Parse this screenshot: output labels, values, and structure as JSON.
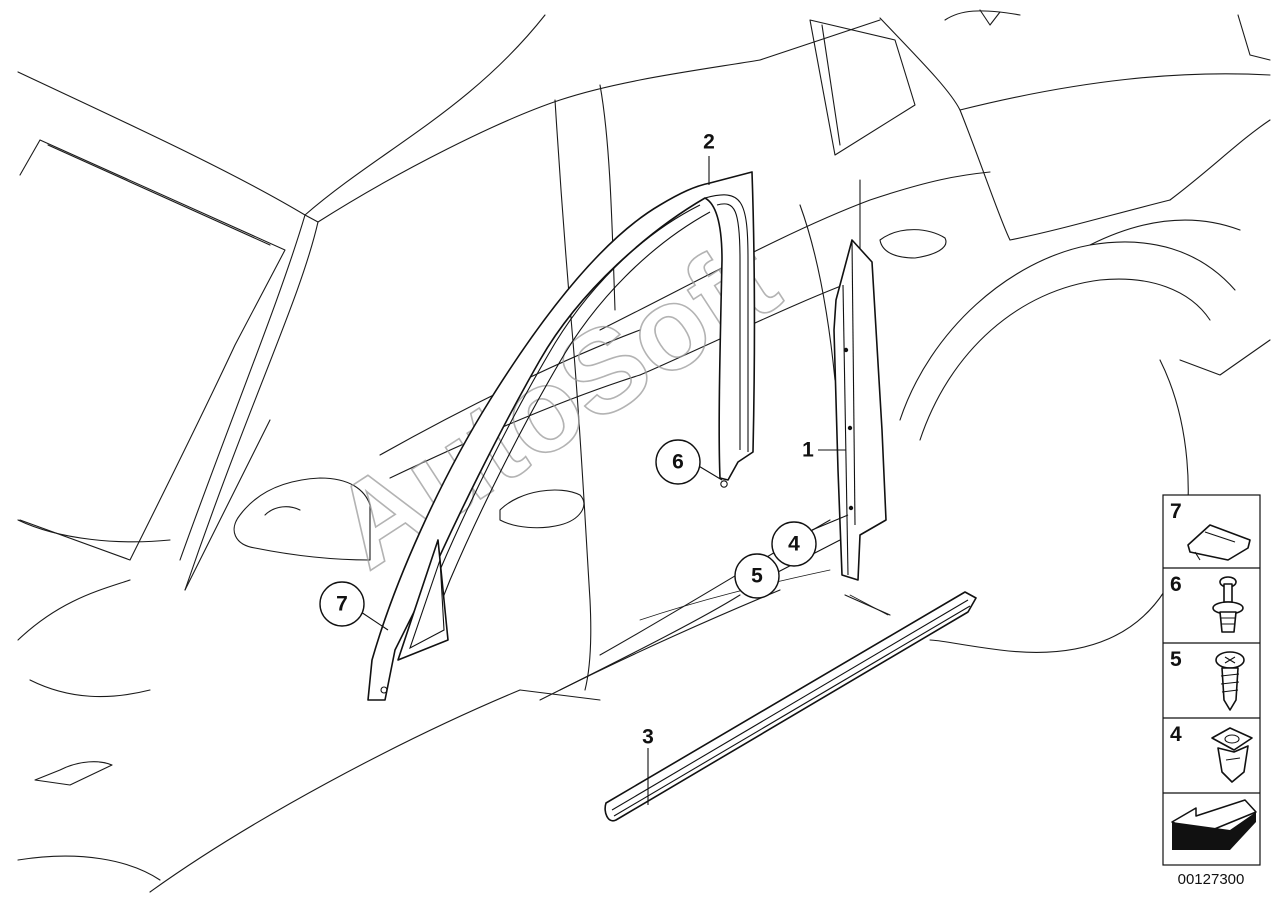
{
  "watermark": "AutoSoft",
  "diagram_code": "00127300",
  "callouts": [
    {
      "id": "c1",
      "label": "1"
    },
    {
      "id": "c2",
      "label": "2"
    },
    {
      "id": "c3",
      "label": "3"
    },
    {
      "id": "c4",
      "label": "4"
    },
    {
      "id": "c5",
      "label": "5"
    },
    {
      "id": "c6",
      "label": "6"
    },
    {
      "id": "c7",
      "label": "7"
    }
  ],
  "legend": [
    {
      "label": "7",
      "icon": "clip-icon"
    },
    {
      "label": "6",
      "icon": "expansion-rivet-icon"
    },
    {
      "label": "5",
      "icon": "screw-icon"
    },
    {
      "label": "4",
      "icon": "clip-nut-icon"
    },
    {
      "label": "",
      "icon": "direction-arrow-icon"
    }
  ]
}
